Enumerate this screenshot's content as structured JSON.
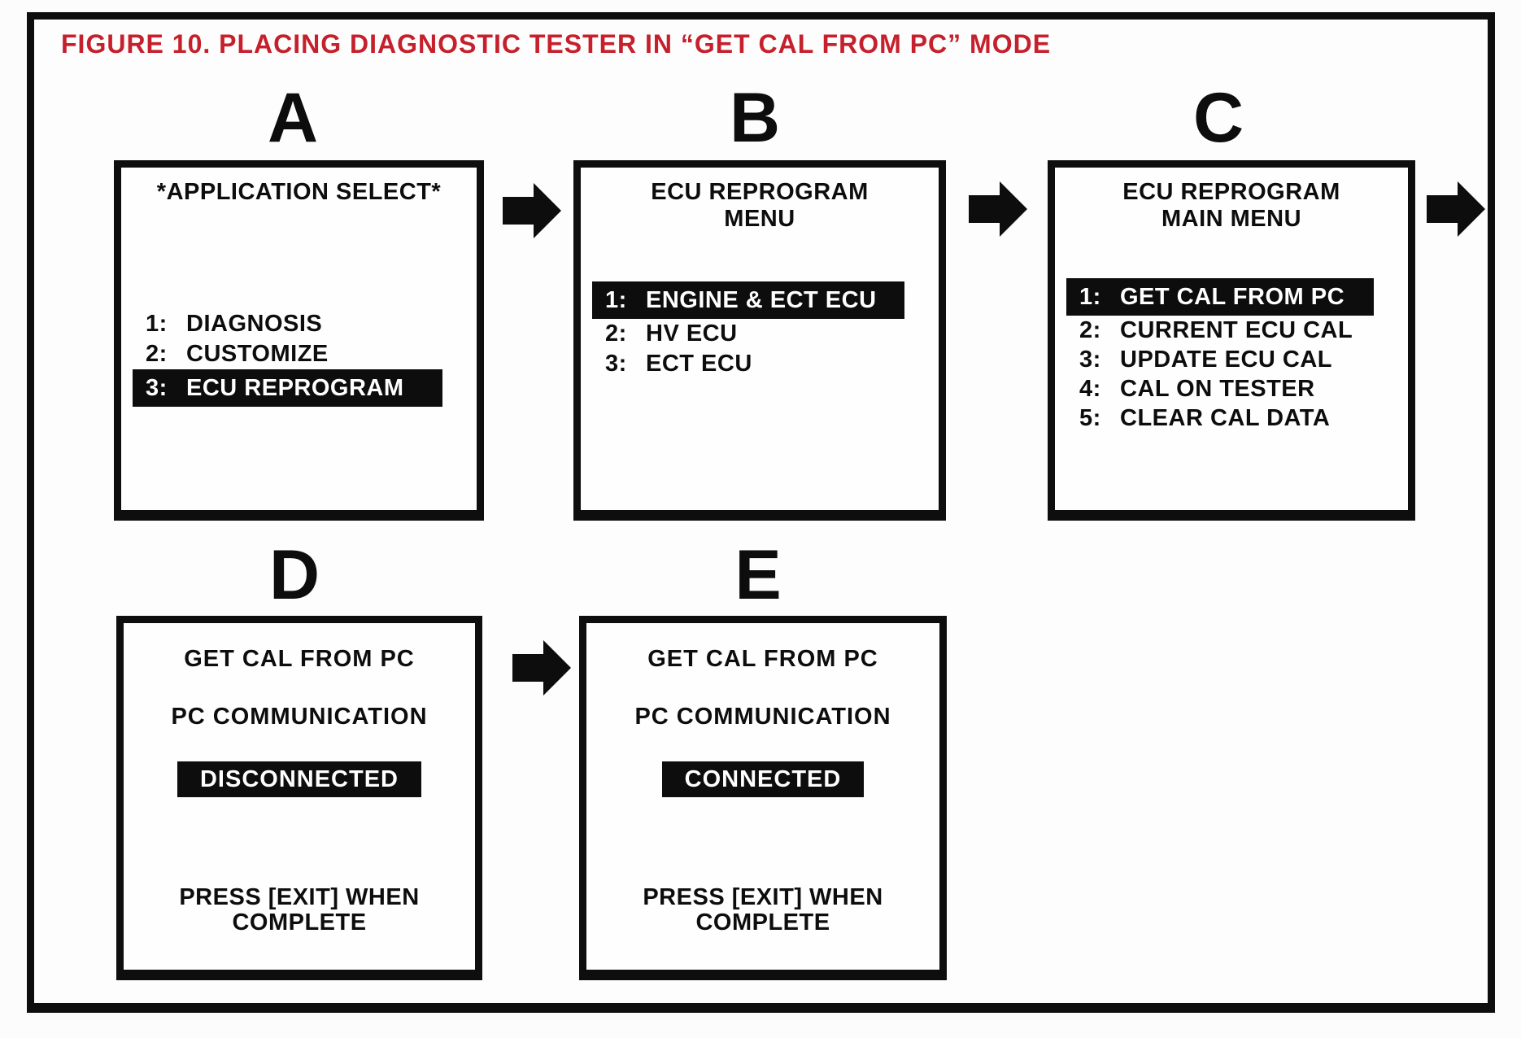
{
  "figure": {
    "title": "FIGURE 10.  PLACING DIAGNOSTIC TESTER IN “GET CAL FROM PC” MODE"
  },
  "colors": {
    "title_red": "#c5202b",
    "ink": "#0d0d0d",
    "paper": "#fdfdfd",
    "highlight_bg": "#0d0d0d",
    "highlight_fg": "#ffffff"
  },
  "icons": {
    "flow_arrow": "right-arrow"
  },
  "screens": [
    {
      "label": "A",
      "header_lines": [
        "*APPLICATION SELECT*"
      ],
      "menu": [
        {
          "num": "1:",
          "text": "DIAGNOSIS",
          "selected": false
        },
        {
          "num": "2:",
          "text": "CUSTOMIZE",
          "selected": false
        },
        {
          "num": "3:",
          "text": "ECU REPROGRAM",
          "selected": true
        }
      ]
    },
    {
      "label": "B",
      "header_lines": [
        "ECU REPROGRAM",
        "MENU"
      ],
      "menu": [
        {
          "num": "1:",
          "text": "ENGINE & ECT ECU",
          "selected": true
        },
        {
          "num": "2:",
          "text": "HV ECU",
          "selected": false
        },
        {
          "num": "3:",
          "text": "ECT ECU",
          "selected": false
        }
      ]
    },
    {
      "label": "C",
      "header_lines": [
        "ECU REPROGRAM",
        "MAIN MENU"
      ],
      "menu": [
        {
          "num": "1:",
          "text": "GET CAL FROM PC",
          "selected": true
        },
        {
          "num": "2:",
          "text": "CURRENT ECU CAL",
          "selected": false
        },
        {
          "num": "3:",
          "text": "UPDATE ECU CAL",
          "selected": false
        },
        {
          "num": "4:",
          "text": "CAL ON TESTER",
          "selected": false
        },
        {
          "num": "5:",
          "text": "CLEAR CAL DATA",
          "selected": false
        }
      ]
    },
    {
      "label": "D",
      "lines": [
        "GET CAL FROM PC",
        "PC COMMUNICATION"
      ],
      "status": "DISCONNECTED",
      "footer_lines": [
        "PRESS [EXIT] WHEN",
        "COMPLETE"
      ]
    },
    {
      "label": "E",
      "lines": [
        "GET CAL FROM PC",
        "PC COMMUNICATION"
      ],
      "status": "CONNECTED",
      "footer_lines": [
        "PRESS [EXIT] WHEN",
        "COMPLETE"
      ]
    }
  ]
}
